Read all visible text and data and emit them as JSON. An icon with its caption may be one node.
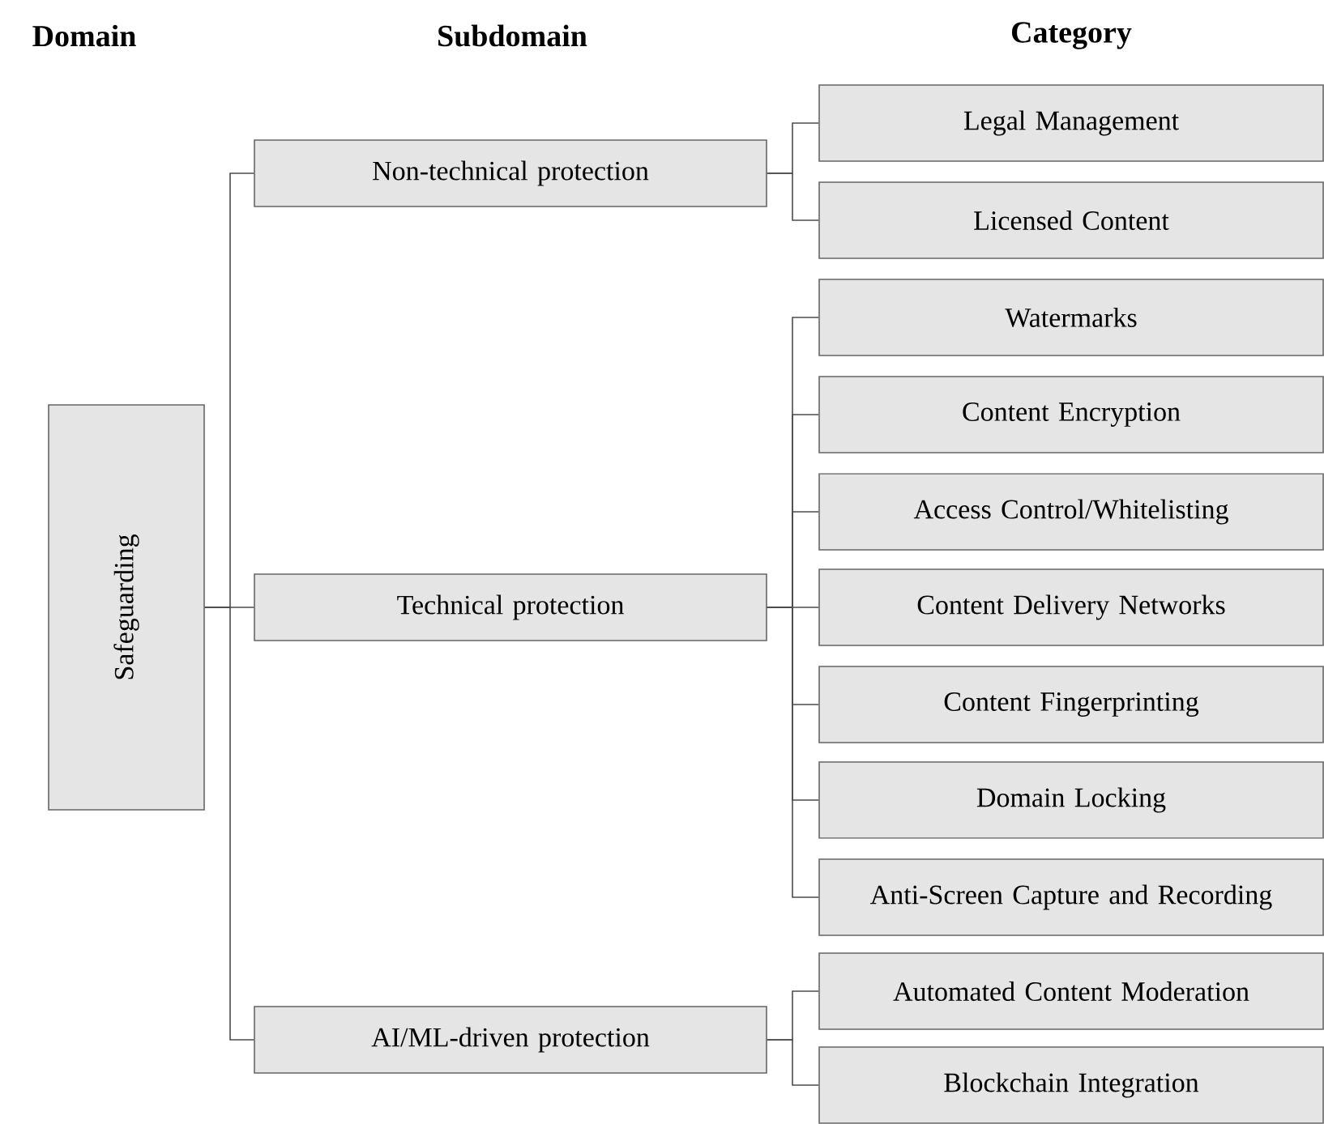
{
  "diagram": {
    "nodes": [
      {
        "text": [
          "Safeguarding"
        ]
      },
      {
        "text": [
          "Non-technical protection"
        ]
      },
      {
        "text": [
          "Technical protection"
        ]
      },
      {
        "text": [
          "AI/ML-driven protection"
        ]
      },
      {
        "text": [
          "Legal Management"
        ]
      },
      {
        "text": [
          "Licensed Content"
        ]
      },
      {
        "text": [
          "Watermarks"
        ]
      },
      {
        "text": [
          "Content Encryption"
        ]
      },
      {
        "text": [
          "Access Control/Whitelisting"
        ]
      },
      {
        "text": [
          "Content Delivery Networks"
        ]
      },
      {
        "text": [
          "Content Fingerprinting"
        ]
      },
      {
        "text": [
          "Domain Locking"
        ]
      },
      {
        "text": [
          "Anti-Screen Capture and Recording"
        ]
      },
      {
        "text": [
          "Automated Content Moderation"
        ]
      },
      {
        "text": [
          "Blockchain Integration"
        ]
      }
    ],
    "edges": [
      {
        "from": 0,
        "to": 1,
        "arrow": "none"
      },
      {
        "from": 0,
        "to": 2,
        "arrow": "none"
      },
      {
        "from": 0,
        "to": 3,
        "arrow": "none"
      },
      {
        "from": 1,
        "to": 4,
        "arrow": "none"
      },
      {
        "from": 1,
        "to": 5,
        "arrow": "none"
      },
      {
        "from": 2,
        "to": 6,
        "arrow": "none"
      },
      {
        "from": 2,
        "to": 7,
        "arrow": "none"
      },
      {
        "from": 2,
        "to": 8,
        "arrow": "none"
      },
      {
        "from": 2,
        "to": 9,
        "arrow": "none"
      },
      {
        "from": 2,
        "to": 10,
        "arrow": "none"
      },
      {
        "from": 2,
        "to": 11,
        "arrow": "none"
      },
      {
        "from": 2,
        "to": 12,
        "arrow": "none"
      },
      {
        "from": 3,
        "to": 13,
        "arrow": "none"
      },
      {
        "from": 3,
        "to": 14,
        "arrow": "none"
      }
    ],
    "labels": [
      "Domain",
      "Subdomain",
      "Category"
    ]
  }
}
